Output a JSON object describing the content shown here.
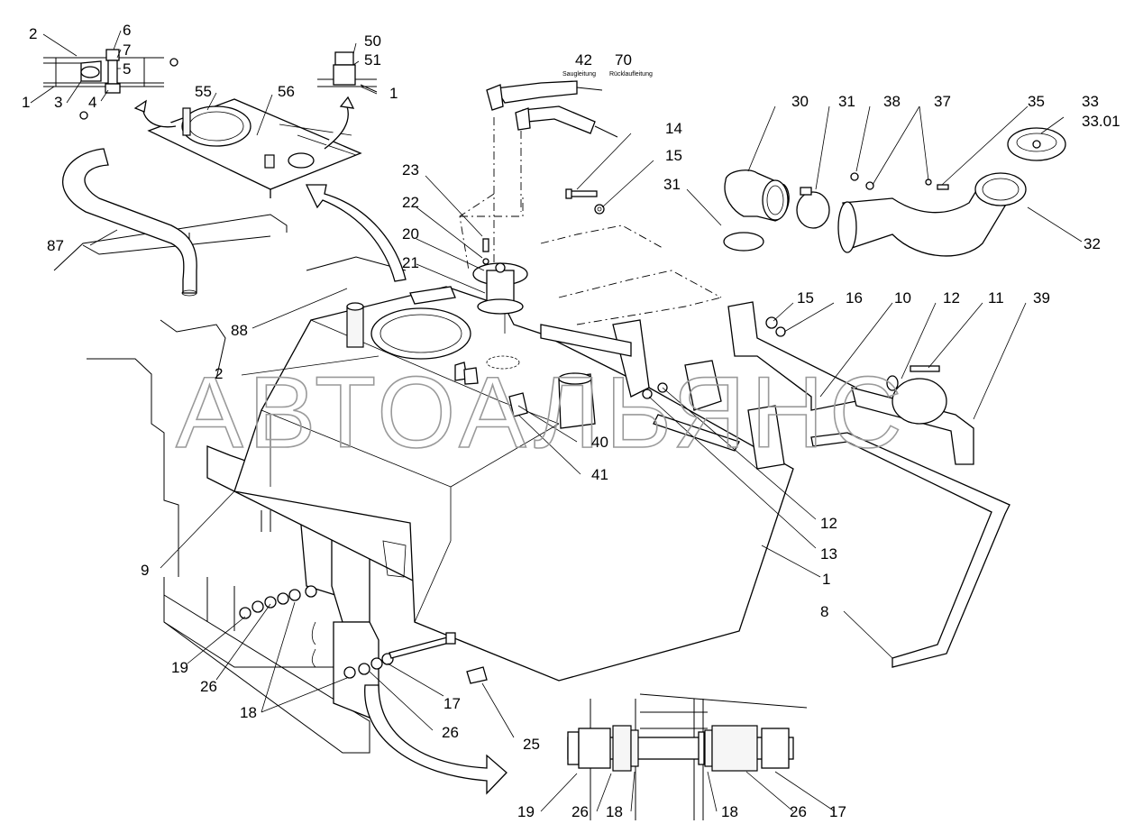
{
  "watermark": "АВТОАЛЬЯНС",
  "hose_notes": {
    "suction": "Saugleitung",
    "return": "Rücklaufleitung"
  },
  "callouts": [
    "2",
    "6",
    "7",
    "5",
    "1",
    "3",
    "4",
    "50",
    "51",
    "1",
    "55",
    "56",
    "42",
    "70",
    "87",
    "30",
    "31",
    "38",
    "37",
    "35",
    "33",
    "33.01",
    "14",
    "15",
    "23",
    "31",
    "32",
    "22",
    "20",
    "21",
    "15",
    "16",
    "10",
    "12",
    "11",
    "39",
    "88",
    "2",
    "40",
    "41",
    "12",
    "13",
    "9",
    "1",
    "8",
    "19",
    "26",
    "18",
    "17",
    "26",
    "25",
    "19",
    "26",
    "18",
    "18",
    "26",
    "17"
  ]
}
